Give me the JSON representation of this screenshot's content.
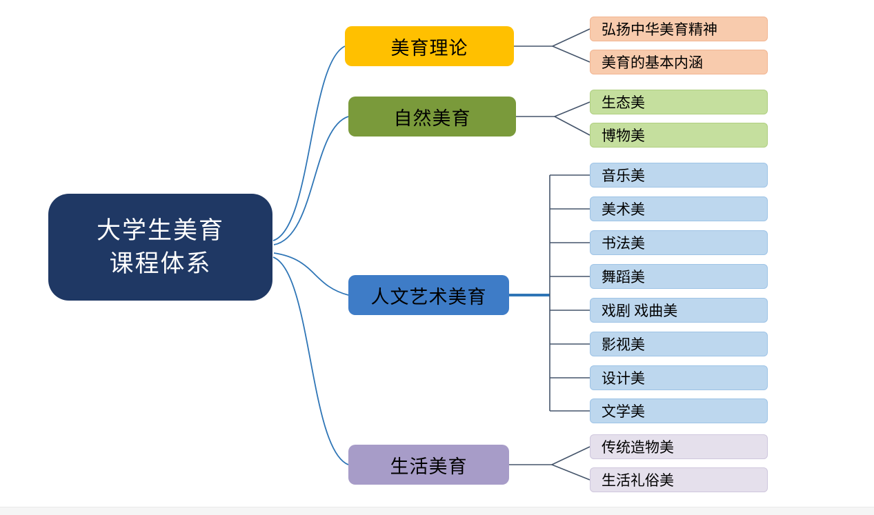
{
  "root": {
    "line1": "大学生美育",
    "line2": "课程体系"
  },
  "branches": [
    {
      "label": "美育理论",
      "fill": "#FFC000",
      "leaf_fill": "#F8CBAD",
      "leaves": [
        "弘扬中华美育精神",
        "美育的基本内涵"
      ]
    },
    {
      "label": "自然美育",
      "fill": "#7A9A3B",
      "leaf_fill": "#C5DF9E",
      "leaves": [
        "生态美",
        "博物美"
      ]
    },
    {
      "label": "人文艺术美育",
      "fill": "#3E7CC7",
      "leaf_fill": "#BDD7EE",
      "leaves": [
        "音乐美",
        "美术美",
        "书法美",
        "舞蹈美",
        "戏剧 戏曲美",
        "影视美",
        "设计美",
        "文学美"
      ]
    },
    {
      "label": "生活美育",
      "fill": "#A79CC8",
      "leaf_fill": "#E5E0EC",
      "leaves": [
        "传统造物美",
        "生活礼俗美"
      ]
    }
  ],
  "colors": {
    "root_fill": "#1F3864",
    "root_text": "#FFFFFF",
    "connector_blue": "#2E75B6",
    "connector_dark": "#44546A"
  }
}
